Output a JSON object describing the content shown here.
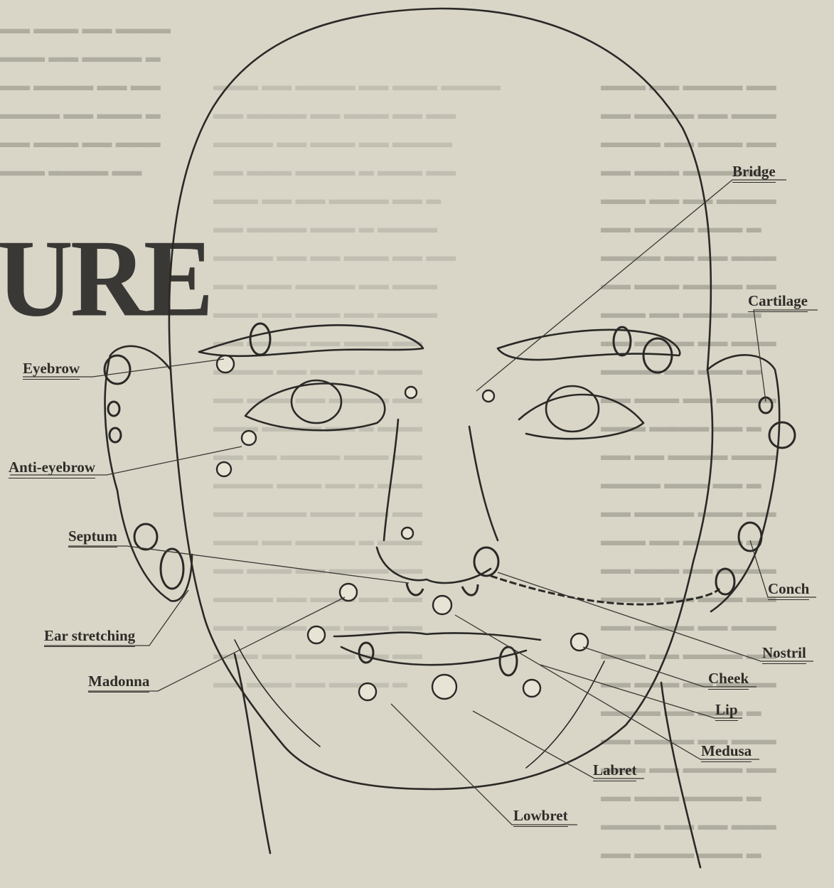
{
  "headline": "URE",
  "labels": {
    "eyebrow": "Eyebrow",
    "anti_eyebrow": "Anti-eyebrow",
    "septum": "Septum",
    "ear_stretching": "Ear stretching",
    "madonna": "Madonna",
    "bridge": "Bridge",
    "cartilage": "Cartilage",
    "conch": "Conch",
    "nostril": "Nostril",
    "cheek": "Cheek",
    "lip": "Lip",
    "medusa": "Medusa",
    "labret": "Labret",
    "lowbret": "Lowbret"
  },
  "colors": {
    "paper": "#d9d6c8",
    "ink": "#2e2b28",
    "faded_text": "#8d8a80"
  }
}
